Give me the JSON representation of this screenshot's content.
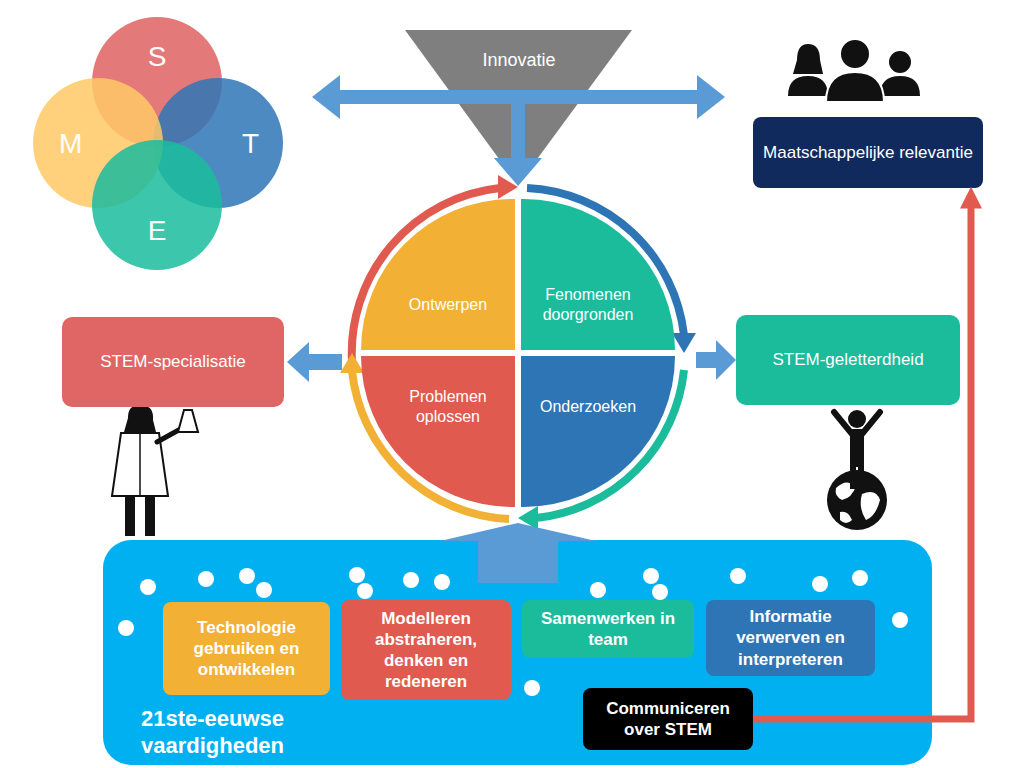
{
  "diagram": {
    "nodes": [
      {
        "text": [
          "S"
        ]
      },
      {
        "text": [
          "T"
        ]
      },
      {
        "text": [
          "M"
        ]
      },
      {
        "text": [
          "E"
        ]
      },
      {
        "text": [
          "Innovatie"
        ]
      },
      {
        "text": [
          "Maatschappelijke relevantie"
        ]
      },
      {
        "text": [
          "Ontwerpen"
        ]
      },
      {
        "text": [
          "Fenomenen doorgronden"
        ]
      },
      {
        "text": [
          "STEM-specialisatie"
        ]
      },
      {
        "text": [
          "STEM-geletterdheid"
        ]
      },
      {
        "text": [
          "Problemen oplossen"
        ]
      },
      {
        "text": [
          "Onderzoeken"
        ]
      },
      {
        "text": [
          "21ste-eeuwse vaardigheden"
        ]
      },
      {
        "text": [
          "Technologie gebruiken en ontwikkelen"
        ],
        "in": 12
      },
      {
        "text": [
          "Modelleren abstraheren, denken en redeneren"
        ],
        "in": 12
      },
      {
        "text": [
          "Samenwerken in team"
        ],
        "in": 12
      },
      {
        "text": [
          "Informatie verwerven en interpreteren"
        ],
        "in": 12
      },
      {
        "text": [
          "Communiceren over STEM"
        ],
        "in": 12
      }
    ],
    "edges": [
      {
        "from": 17,
        "to": 5,
        "arrow": "to"
      }
    ]
  }
}
